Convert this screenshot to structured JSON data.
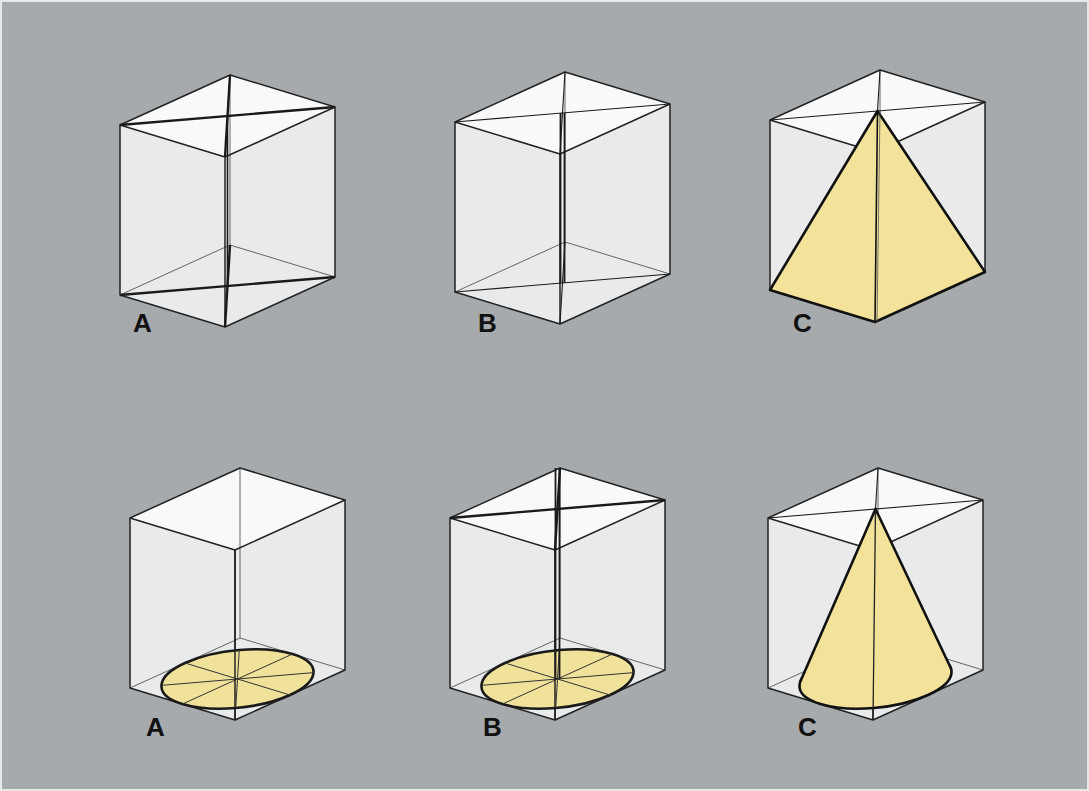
{
  "diagram": {
    "labels": [
      "A",
      "B",
      "C",
      "A",
      "B",
      "C"
    ]
  }
}
